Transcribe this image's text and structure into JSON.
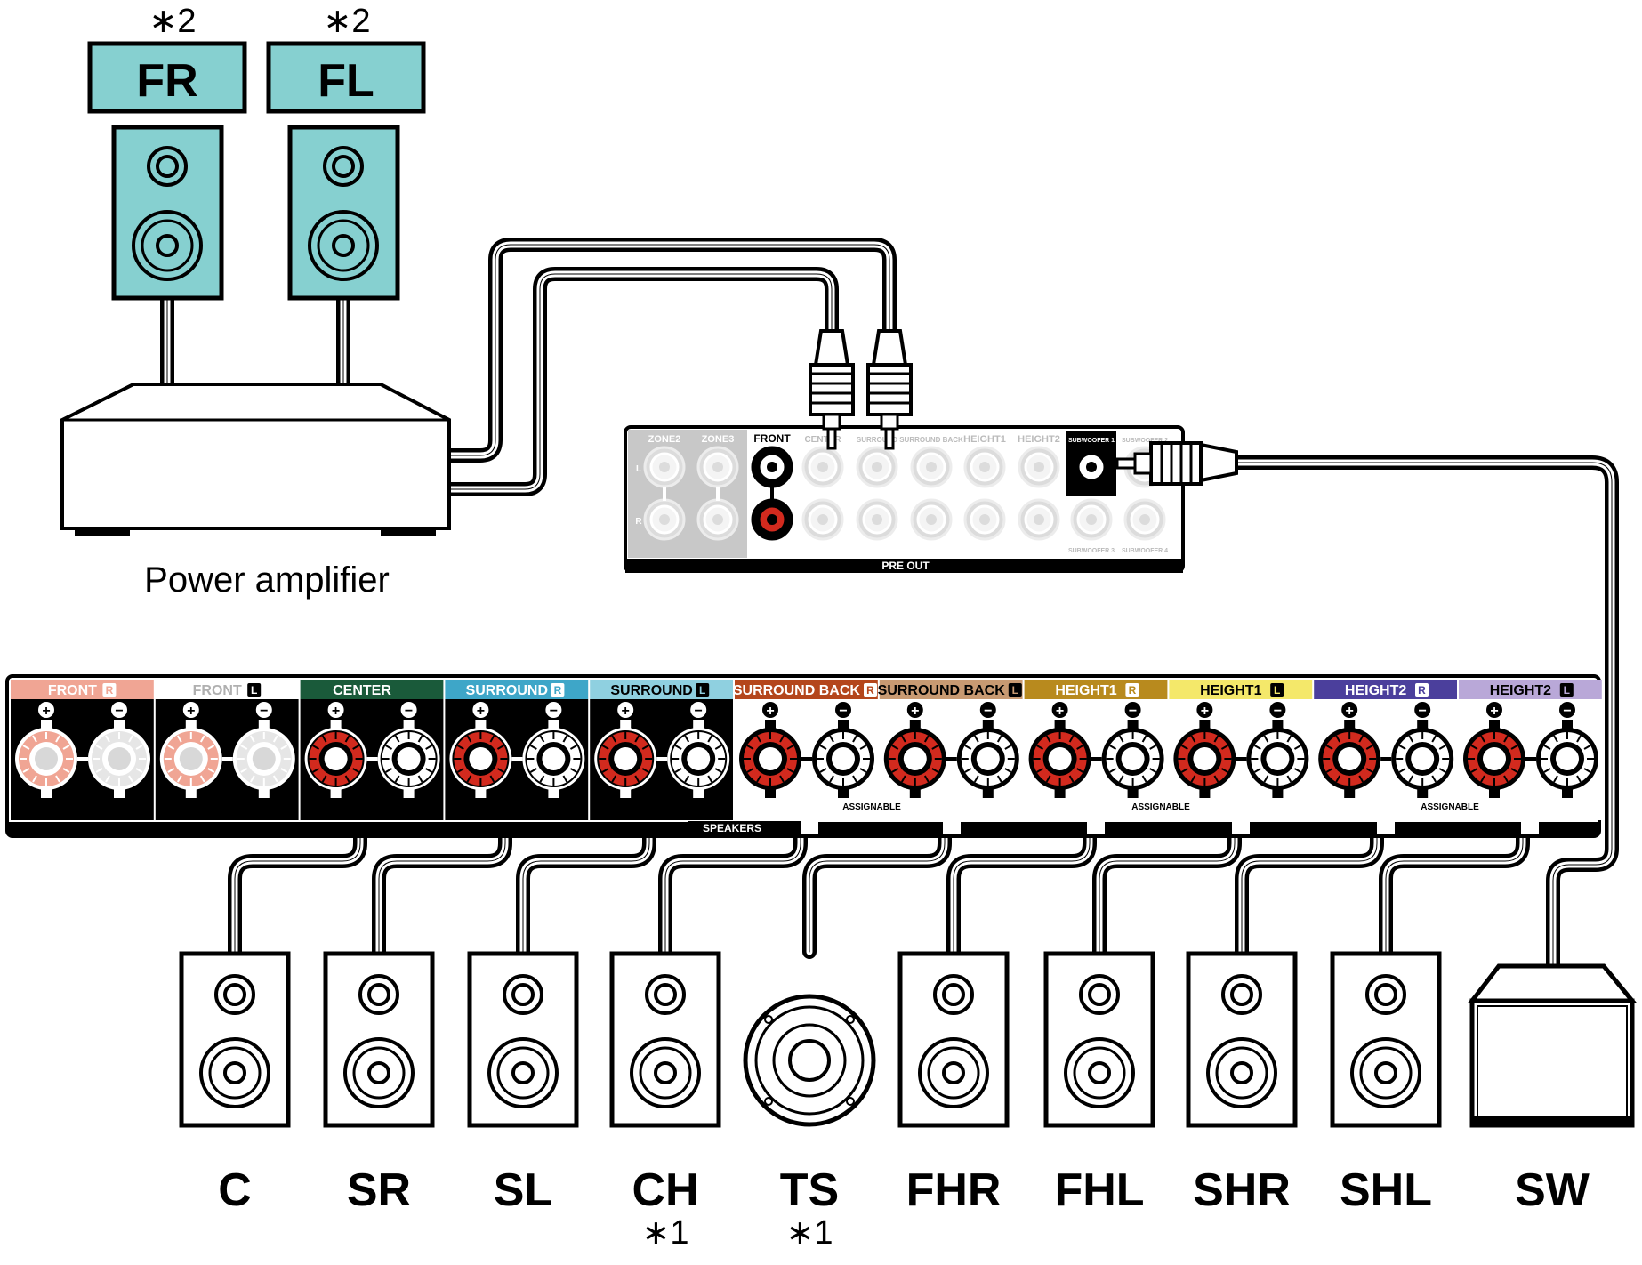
{
  "front_speakers": [
    {
      "label": "FR",
      "note": "∗2"
    },
    {
      "label": "FL",
      "note": "∗2"
    }
  ],
  "amplifier": {
    "label": "Power amplifier"
  },
  "preout": {
    "title": "PRE OUT",
    "zone2": "ZONE2",
    "zone3": "ZONE3",
    "front": "FRONT",
    "center": "CENTER",
    "surround": "SURROUND",
    "surround_back": "SURROUND BACK",
    "height1": "HEIGHT1",
    "height2": "HEIGHT2",
    "subwoofer1": "SUBWOOFER 1",
    "subwoofer2": "SUBWOOFER 2",
    "subwoofer3": "SUBWOOFER 3",
    "subwoofer4": "SUBWOOFER 4",
    "ch_l": "L",
    "ch_r": "R"
  },
  "terminals": {
    "sections": [
      {
        "label": "FRONT",
        "ch": "R",
        "color": "#f0a594",
        "text_color": "#ffffff",
        "active": false
      },
      {
        "label": "FRONT",
        "ch": "L",
        "color": "#ffffff",
        "text_color": "#b0b0b0",
        "active": false
      },
      {
        "label": "CENTER",
        "ch": "",
        "color": "#1a5a3a",
        "text_color": "#ffffff",
        "active": true
      },
      {
        "label": "SURROUND",
        "ch": "R",
        "color": "#3ea6c8",
        "text_color": "#ffffff",
        "active": true
      },
      {
        "label": "SURROUND",
        "ch": "L",
        "color": "#8fd0e0",
        "text_color": "#000000",
        "active": true
      },
      {
        "label": "SURROUND BACK",
        "ch": "R",
        "color": "#b4461c",
        "text_color": "#ffffff",
        "active": true
      },
      {
        "label": "SURROUND BACK",
        "ch": "L",
        "color": "#c89a72",
        "text_color": "#000000",
        "active": true
      },
      {
        "label": "HEIGHT1",
        "ch": "R",
        "color": "#b88a1e",
        "text_color": "#ffffff",
        "active": true
      },
      {
        "label": "HEIGHT1",
        "ch": "L",
        "color": "#f4e86a",
        "text_color": "#000000",
        "active": true
      },
      {
        "label": "HEIGHT2",
        "ch": "R",
        "color": "#4b3f9c",
        "text_color": "#ffffff",
        "active": true
      },
      {
        "label": "HEIGHT2",
        "ch": "L",
        "color": "#b9a8d8",
        "text_color": "#000000",
        "active": true
      }
    ],
    "assignable": "ASSIGNABLE",
    "speakers": "SPEAKERS",
    "plus": "+",
    "minus": "−"
  },
  "bottom_speakers": [
    {
      "label": "C",
      "note": "",
      "type": "bookshelf"
    },
    {
      "label": "SR",
      "note": "",
      "type": "bookshelf"
    },
    {
      "label": "SL",
      "note": "",
      "type": "bookshelf"
    },
    {
      "label": "CH",
      "note": "∗1",
      "type": "bookshelf"
    },
    {
      "label": "TS",
      "note": "∗1",
      "type": "ceiling"
    },
    {
      "label": "FHR",
      "note": "",
      "type": "bookshelf"
    },
    {
      "label": "FHL",
      "note": "",
      "type": "bookshelf"
    },
    {
      "label": "SHR",
      "note": "",
      "type": "bookshelf"
    },
    {
      "label": "SHL",
      "note": "",
      "type": "bookshelf"
    },
    {
      "label": "SW",
      "note": "",
      "type": "subwoofer"
    }
  ],
  "colors": {
    "speaker_accent": "#86d0d0",
    "terminal_red": "#d22a1e"
  }
}
